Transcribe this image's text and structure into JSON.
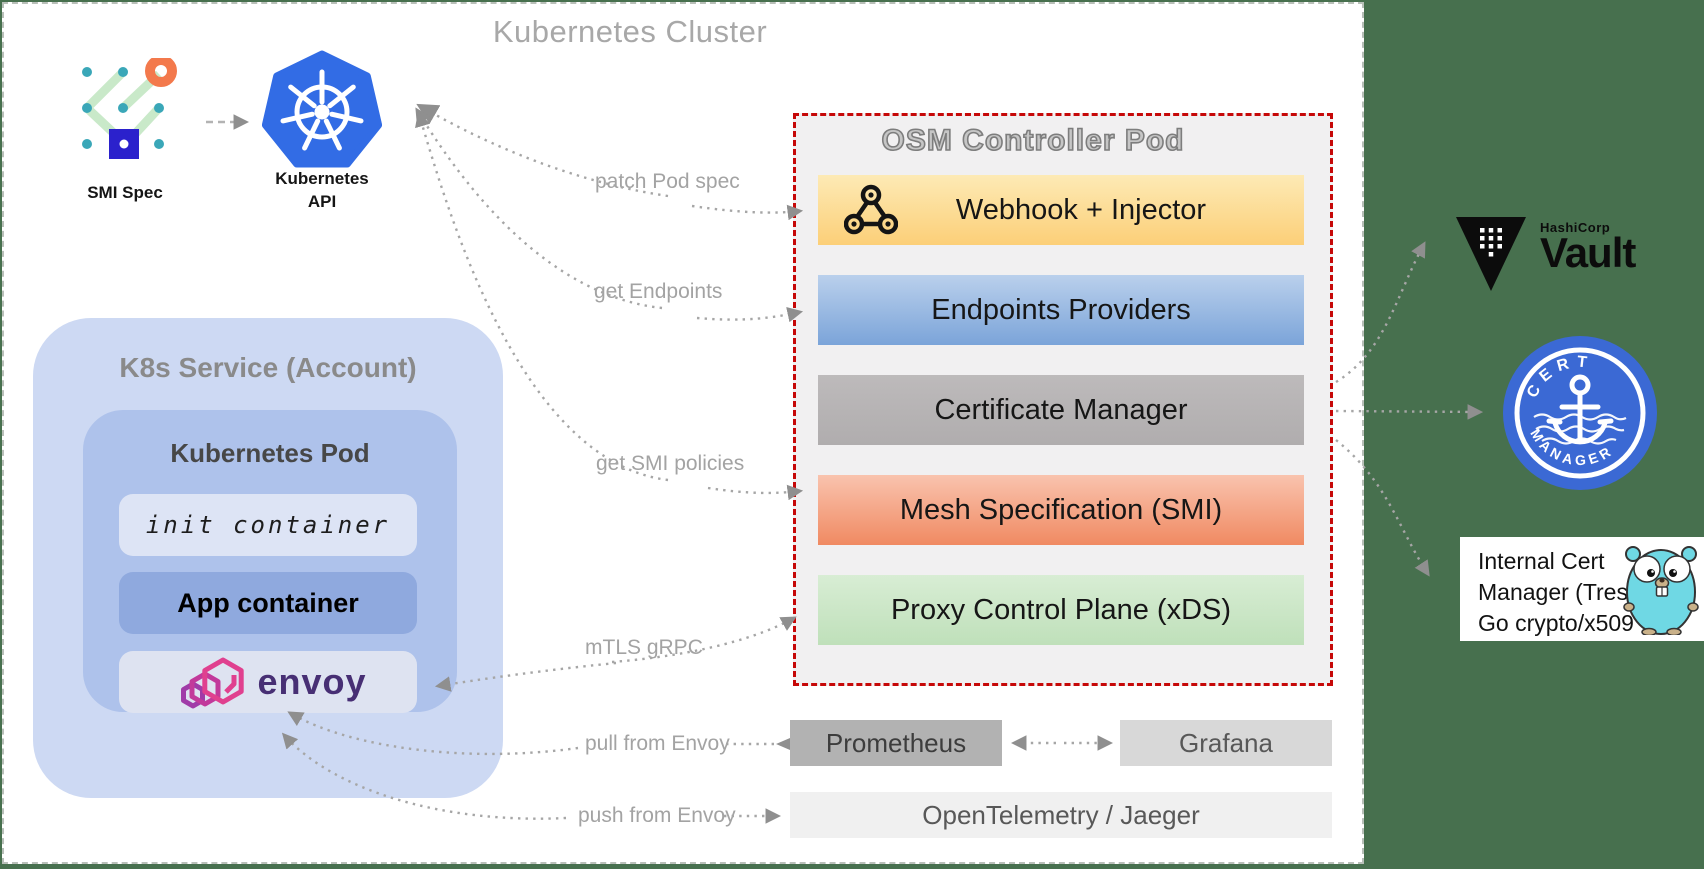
{
  "cluster": {
    "title": "Kubernetes Cluster"
  },
  "smi_spec": {
    "label": "SMI Spec"
  },
  "kubernetes_api": {
    "label_line1": "Kubernetes",
    "label_line2": "API"
  },
  "k8s_service": {
    "title": "K8s Service (Account)",
    "pod_title": "Kubernetes Pod",
    "init_container": "init container",
    "app_container": "App container",
    "envoy_label": "envoy"
  },
  "osm": {
    "title": "OSM Controller Pod",
    "rows": [
      {
        "label": "Webhook + Injector"
      },
      {
        "label": "Endpoints Providers"
      },
      {
        "label": "Certificate Manager"
      },
      {
        "label": "Mesh Specification (SMI)"
      },
      {
        "label": "Proxy Control Plane (xDS)"
      }
    ]
  },
  "edges": {
    "patch_pod_spec": "patch Pod spec",
    "get_endpoints": "get Endpoints",
    "get_smi_policies": "get SMI policies",
    "mtls_grpc": "mTLS gRPC",
    "pull_from_envoy": "pull from Envoy",
    "push_from_envoy": "push from Envoy"
  },
  "observability": {
    "prometheus": "Prometheus",
    "grafana": "Grafana",
    "opentelemetry": "OpenTelemetry / Jaeger"
  },
  "external": {
    "hashicorp": "HashiCorp",
    "vault": "Vault",
    "cert_badge_top": "CERT",
    "cert_badge_bottom": "MANAGER",
    "tresor_line1": "Internal Cert",
    "tresor_line2": "Manager (Tresor)",
    "tresor_line3": "Go crypto/x509"
  },
  "colors": {
    "outer_background": "#47704e",
    "osm_border_red": "#c60808",
    "webhook_row": "#fccf78",
    "endpoints_row": "#7ba4d9",
    "cert_row": "#b5b2b3",
    "mesh_row": "#f08a62",
    "proxy_row": "#c7e3c2",
    "kubernetes_blue": "#326ce5",
    "cert_manager_blue": "#3b69d4",
    "envoy_pink": "#e0408f",
    "gopher_teal": "#6fd8e4"
  }
}
